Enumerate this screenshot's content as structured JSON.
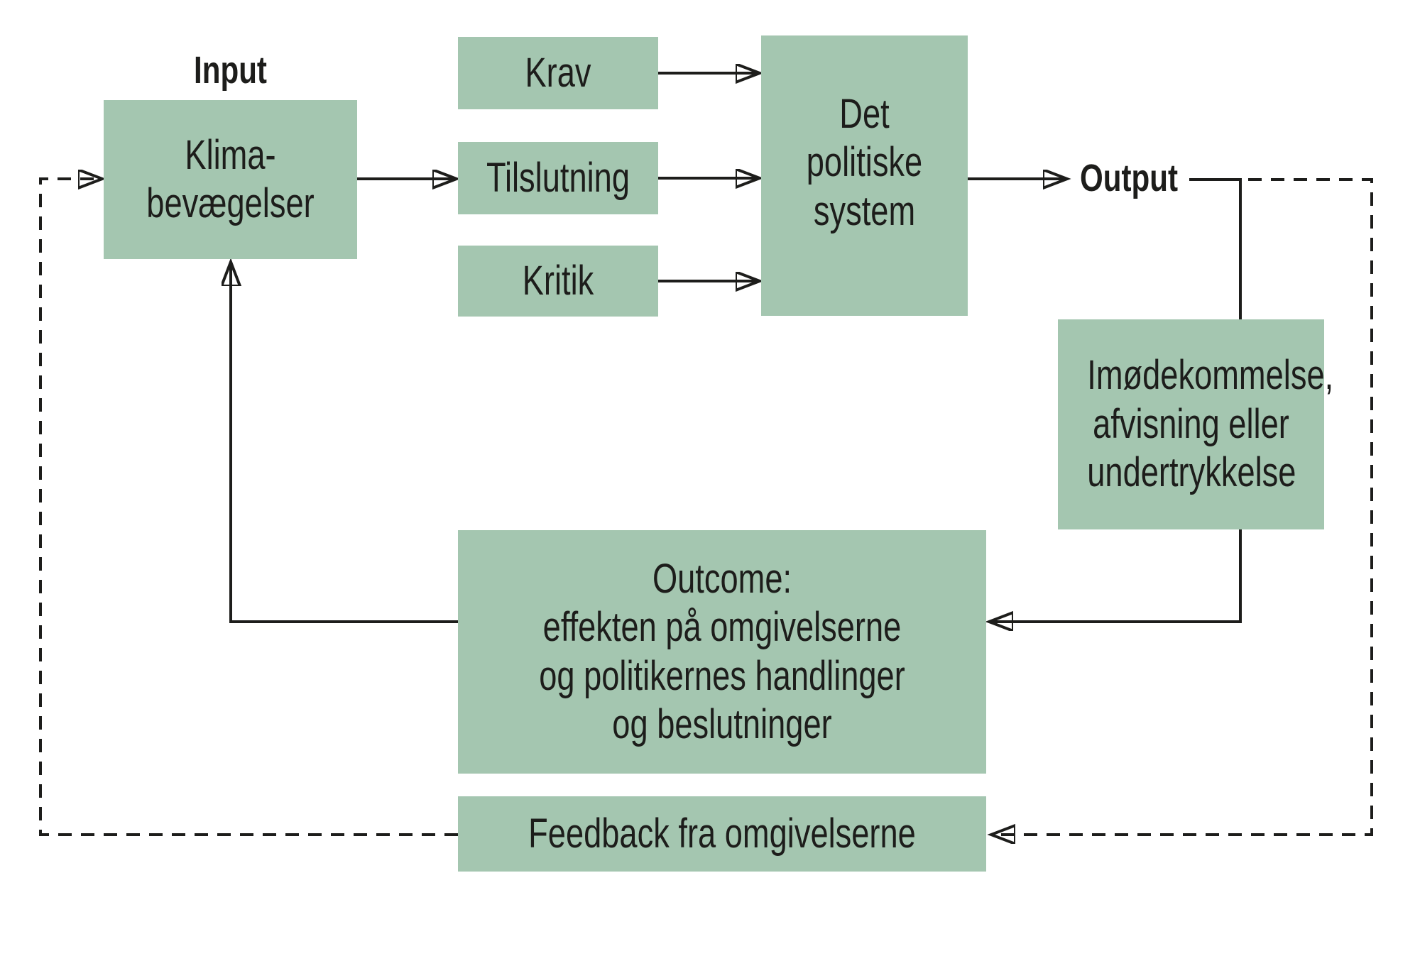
{
  "diagram": {
    "labels": {
      "input": "Input",
      "output": "Output"
    },
    "boxes": {
      "klima": "Klima-\nbevægelser",
      "krav": "Krav",
      "tilslutning": "Tilslutning",
      "kritik": "Kritik",
      "politiske": "Det\npolitiske\nsystem",
      "imodekommelse": "Imødekommelse,\nafvisning eller\nundertrykkelse",
      "outcome": "Outcome:\neffekten på omgivelserne\nog politikernes handlinger\nog beslutninger",
      "feedback": "Feedback fra omgivelserne"
    },
    "connectors": [
      {
        "from": "klima",
        "to": "tilslutning",
        "style": "solid-arrow"
      },
      {
        "from": "krav",
        "to": "politiske",
        "style": "solid-arrow"
      },
      {
        "from": "tilslutning",
        "to": "politiske",
        "style": "solid-arrow"
      },
      {
        "from": "kritik",
        "to": "politiske",
        "style": "solid-arrow"
      },
      {
        "from": "politiske",
        "to": "output-label",
        "style": "solid-arrow"
      },
      {
        "from": "output-label",
        "to": "imodekommelse",
        "style": "solid-line"
      },
      {
        "from": "imodekommelse",
        "to": "outcome",
        "style": "solid-arrow"
      },
      {
        "from": "outcome",
        "to": "klima",
        "style": "solid-arrow"
      },
      {
        "from": "output-label",
        "to": "feedback",
        "style": "dashed-arrow"
      },
      {
        "from": "feedback",
        "to": "klima",
        "style": "dashed-arrow"
      }
    ],
    "colors": {
      "box_fill": "#a4c6b0",
      "line": "#1d1d1b",
      "text": "#1d1d1b",
      "label_text": "#111111",
      "background": "#ffffff"
    }
  }
}
